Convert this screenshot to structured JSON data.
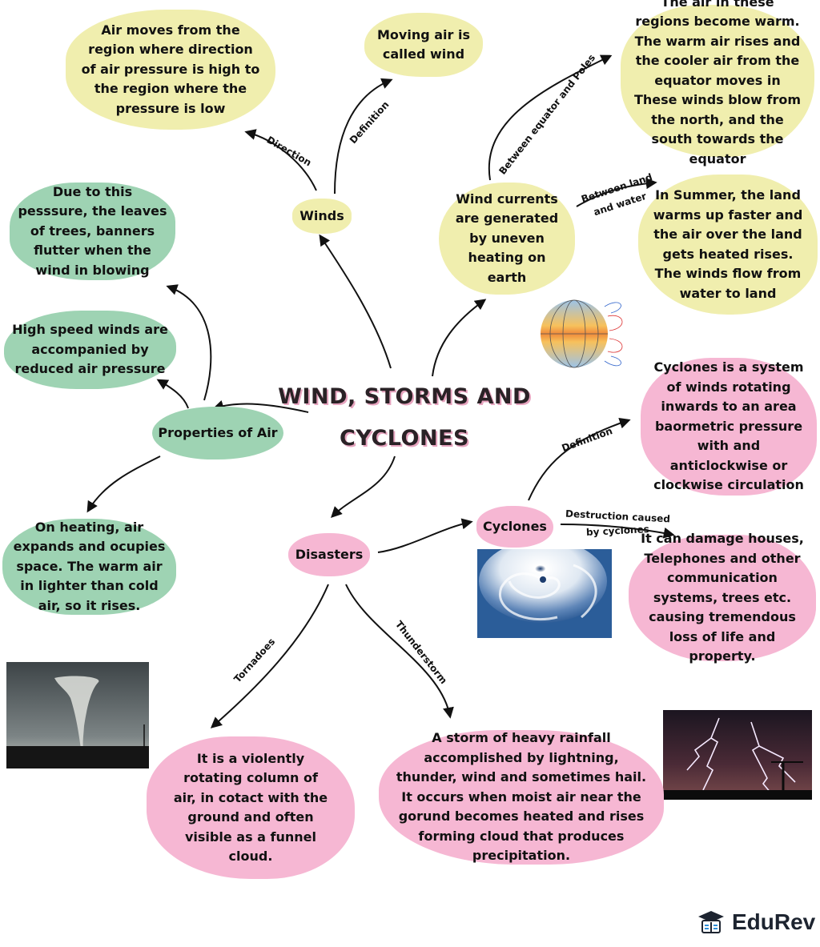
{
  "title": "WIND, STORMS AND CYCLONES",
  "nodes": {
    "winds": "Winds",
    "wind_pressure": "Air moves from the region where direction of air pressure is high to the region where the pressure is low",
    "wind_definition": "Moving air is called wind",
    "wind_currents": "Wind currents are generated by uneven heating on earth",
    "equator_poles": "The air in these regions become warm. The warm air rises and the cooler air from the equator moves in These winds blow from the north, and the south towards the equator",
    "land_water": "In Summer, the  land warms up faster and the air over the land gets heated rises. The winds flow from water to land",
    "leaves": "Due to this pesssure, the leaves of trees, banners flutter when the wind in blowing",
    "high_speed": "High speed winds are accompanied by reduced air pressure",
    "properties": "Properties of Air",
    "heating": "On heating, air expands and ocupies space. The warm air in lighter than cold air, so it rises.",
    "disasters": "Disasters",
    "cyclones": "Cyclones",
    "cyclone_definition": "Cyclones is a system of winds rotating inwards to an area baormetric pressure with and anticlockwise or clockwise circulation",
    "cyclone_damage": "It can damage houses, Telephones and other communication systems, trees etc. causing tremendous loss of life and property.",
    "tornado": "It is a violently rotating column of air, in cotact with the ground and often visible as a funnel cloud.",
    "thunderstorm": "A storm of heavy rainfall accomplished by lightning, thunder, wind and sometimes hail. It occurs when moist air near the gorund becomes heated and rises forming cloud that produces precipitation."
  },
  "edge_labels": {
    "direction": "Direction",
    "definition_wind": "Definition",
    "between_equator_poles": "Between equator and Poles",
    "between_land_water_1": "Between land",
    "between_land_water_2": "and water",
    "definition_cyclone": "Definition",
    "destruction_1": "Destruction caused",
    "destruction_2": "by cyclones",
    "tornadoes": "Tornadoes",
    "thunderstorm": "Thunderstorm"
  },
  "logo": {
    "text": "EduRev",
    "icon": "graduation-cap-icon"
  },
  "colors": {
    "yellow": "#f0eeae",
    "green": "#9ed3b3",
    "pink": "#f6b7d3",
    "title_shadow": "#e7a4bf"
  }
}
